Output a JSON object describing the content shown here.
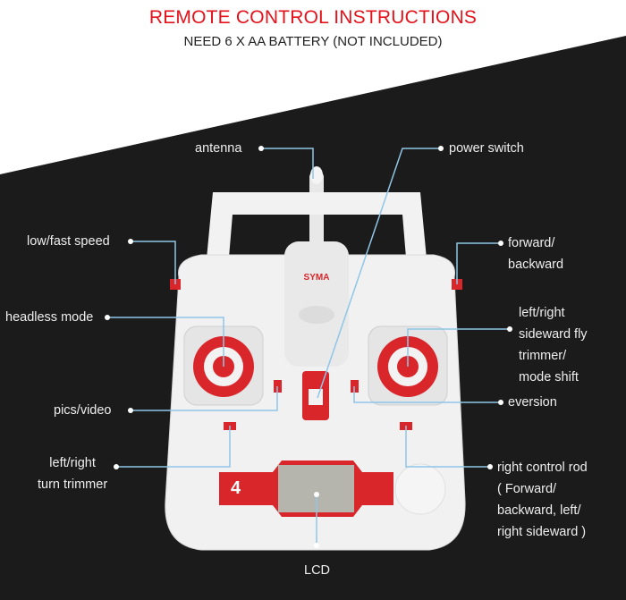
{
  "header": {
    "title": "REMOTE CONTROL INSTRUCTIONS",
    "subtitle": "NEED 6 X AA BATTERY (NOT INCLUDED)"
  },
  "remote": {
    "brand": "SYMA",
    "badge": "4"
  },
  "labels": {
    "antenna": "antenna",
    "power_switch": "power switch",
    "low_fast_speed": "low/fast speed",
    "forward_backward": [
      "forward/",
      "backward"
    ],
    "headless_mode": "headless mode",
    "sideward_trimmer": [
      "left/right",
      "sideward fly",
      "trimmer/",
      "mode shift"
    ],
    "pics_video": "pics/video",
    "eversion": "eversion",
    "turn_trimmer": [
      "left/right",
      "turn trimmer"
    ],
    "right_control_rod": [
      "right control rod",
      "( Forward/",
      "backward, left/",
      "right sideward )"
    ],
    "lcd": "LCD"
  },
  "colors": {
    "accent": "#e3121b",
    "background_dark": "#1b1b1b",
    "leader_line": "#8fc6e8"
  }
}
